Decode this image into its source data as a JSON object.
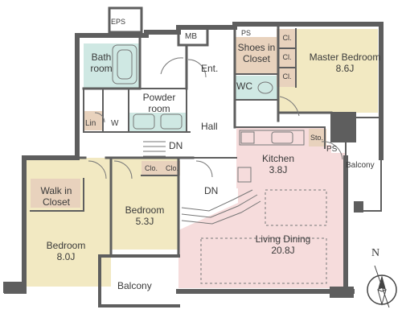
{
  "rooms": {
    "eps": "EPS",
    "ps_top": "PS",
    "mb": "MB",
    "shoes_closet": "Shoes in Closet",
    "cl1": "Cl.",
    "cl2": "Cl.",
    "cl3": "Cl.",
    "master_bedroom": {
      "name": "Master Bedroom",
      "area": "8.6J"
    },
    "bathroom": "Bath room",
    "entrance": "Ent.",
    "wc": "WC",
    "powder_room": "Powder room",
    "lin": "Lin",
    "w": "W",
    "hall": "Hall",
    "dn1": "DN",
    "dn2": "DN",
    "kitchen": {
      "name": "Kitchen",
      "area": "3.8J"
    },
    "sto": "Sto.",
    "ps_mid": "PS",
    "balcony_right": "Balcony",
    "clo1": "Clo.",
    "clo2": "Clo.",
    "walk_in_closet": "Walk in Closet",
    "bedroom_mid": {
      "name": "Bedroom",
      "area": "5.3J"
    },
    "bedroom_left": {
      "name": "Bedroom",
      "area": "8.0J"
    },
    "living_dining": {
      "name": "Living Dining",
      "area": "20.8J"
    },
    "balcony_bottom": "Balcony"
  },
  "compass": {
    "letter": "N"
  },
  "colors": {
    "wall": "#5e5e5e",
    "bedroom": "#f2e9c2",
    "living": "#f6dcdc",
    "wet": "#cfe8e3",
    "closet": "#e8d2bd",
    "floor": "#ffffff"
  }
}
